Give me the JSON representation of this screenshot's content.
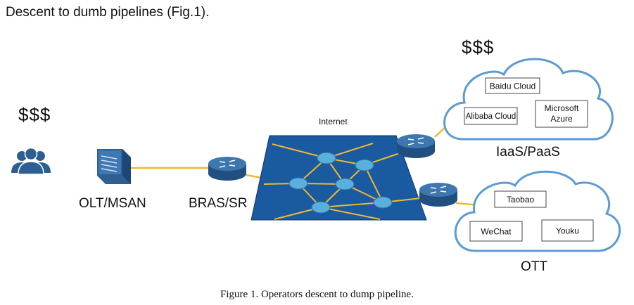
{
  "title": "Descent to dumb pipelines (Fig.1).",
  "currency_left": "$$$",
  "currency_right": "$$$",
  "nodes": {
    "users": {
      "icon": "users-group-icon"
    },
    "olt": {
      "label": "OLT/MSAN",
      "icon": "olt-device-icon"
    },
    "bras": {
      "label": "BRAS/SR",
      "icon": "router-icon"
    }
  },
  "internet": {
    "label": "Internet"
  },
  "iaas_cloud": {
    "label": "IaaS/PaaS",
    "services": [
      "Baidu Cloud",
      "Alibaba Cloud",
      "Microsoft",
      "Azure"
    ]
  },
  "ott_cloud": {
    "label": "OTT",
    "services": [
      "Taobao",
      "WeChat",
      "Youku"
    ]
  },
  "colors": {
    "link": "#f2b82c",
    "network_fill": "#1a5aa0",
    "cloud_stroke": "#5b9bd5",
    "router": "#2e5f93",
    "node": "#5ab0dc"
  },
  "caption": "Figure 1. Operators descent to dump pipeline."
}
